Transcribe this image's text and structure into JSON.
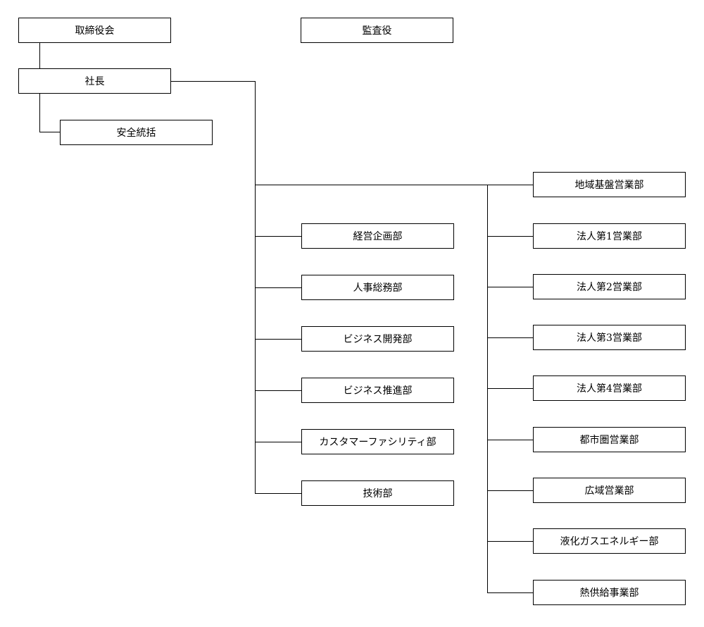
{
  "top": {
    "board": "取締役会",
    "auditor": "監査役",
    "president": "社長",
    "safety": "安全統括"
  },
  "middle_departments": [
    "経営企画部",
    "人事総務部",
    "ビジネス開発部",
    "ビジネス推進部",
    "カスタマーファシリティ部",
    "技術部"
  ],
  "right_departments": [
    "地域基盤営業部",
    "法人第1営業部",
    "法人第2営業部",
    "法人第3営業部",
    "法人第4営業部",
    "都市圏営業部",
    "広域営業部",
    "液化ガスエネルギー部",
    "熱供給事業部"
  ]
}
